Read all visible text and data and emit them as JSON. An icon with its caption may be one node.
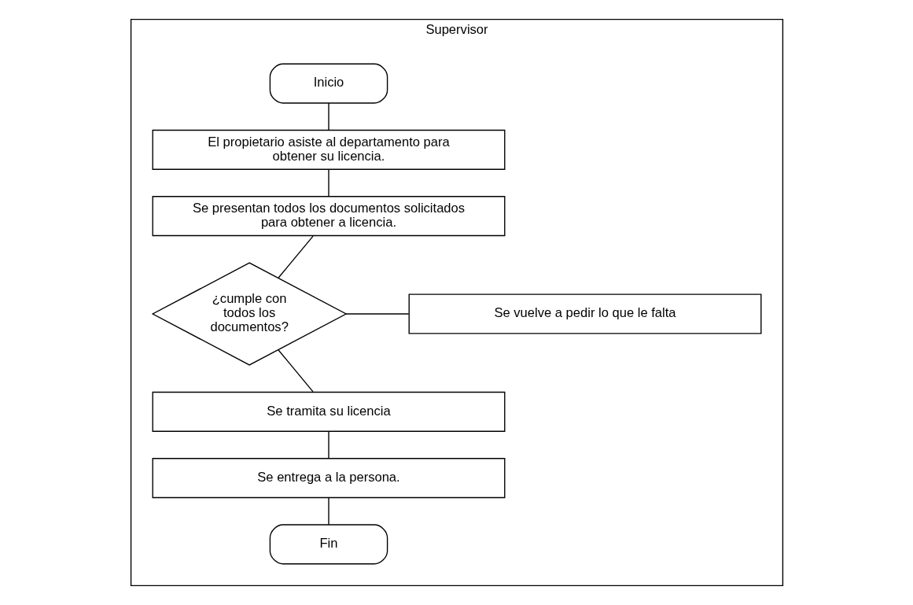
{
  "diagram": {
    "nodes": [
      {
        "text": [
          "Supervisor"
        ]
      },
      {
        "text": [
          "Inicio"
        ],
        "in": 0
      },
      {
        "text": [
          "El propietario asiste al departamento para obtener su licencia."
        ],
        "in": 0
      },
      {
        "text": [
          "Se presentan todos los documentos solicitados para obtener a licencia."
        ],
        "in": 0
      },
      {
        "text": [
          "¿cumple con todos los documentos?"
        ],
        "in": 0
      },
      {
        "text": [
          "Se vuelve a pedir lo que le falta"
        ],
        "in": 0
      },
      {
        "text": [
          "Se tramita su licencia"
        ],
        "in": 0
      },
      {
        "text": [
          "Se entrega a la persona."
        ],
        "in": 0
      },
      {
        "text": [
          "Fin"
        ],
        "in": 0
      }
    ],
    "edges": [
      {
        "from": 1,
        "to": 2,
        "arrow": "none"
      },
      {
        "from": 2,
        "to": 3,
        "arrow": "none"
      },
      {
        "from": 3,
        "to": 4,
        "arrow": "none"
      },
      {
        "from": 4,
        "to": 5,
        "arrow": "none"
      },
      {
        "from": 4,
        "to": 6,
        "arrow": "none"
      },
      {
        "from": 6,
        "to": 7,
        "arrow": "none"
      },
      {
        "from": 7,
        "to": 8,
        "arrow": "none"
      }
    ]
  }
}
